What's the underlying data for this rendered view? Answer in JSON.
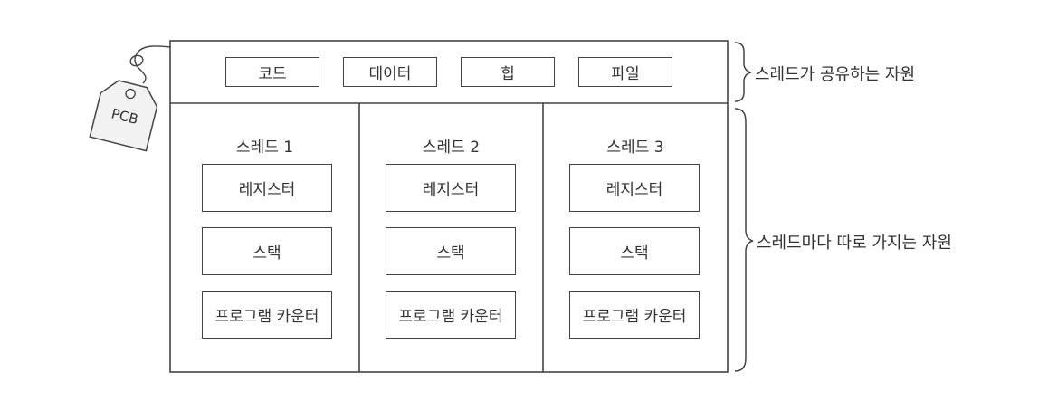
{
  "pcb": {
    "tag_label": "PCB"
  },
  "shared_resources": {
    "items": [
      "코드",
      "데이터",
      "힙",
      "파일"
    ],
    "caption": "스레드가 공유하는 자원"
  },
  "threads": [
    {
      "title": "스레드 1",
      "items": [
        "레지스터",
        "스택",
        "프로그램 카운터"
      ]
    },
    {
      "title": "스레드 2",
      "items": [
        "레지스터",
        "스택",
        "프로그램 카운터"
      ]
    },
    {
      "title": "스레드 3",
      "items": [
        "레지스터",
        "스택",
        "프로그램 카운터"
      ]
    }
  ],
  "per_thread_caption": "스레드마다 따로 가지는 자원"
}
